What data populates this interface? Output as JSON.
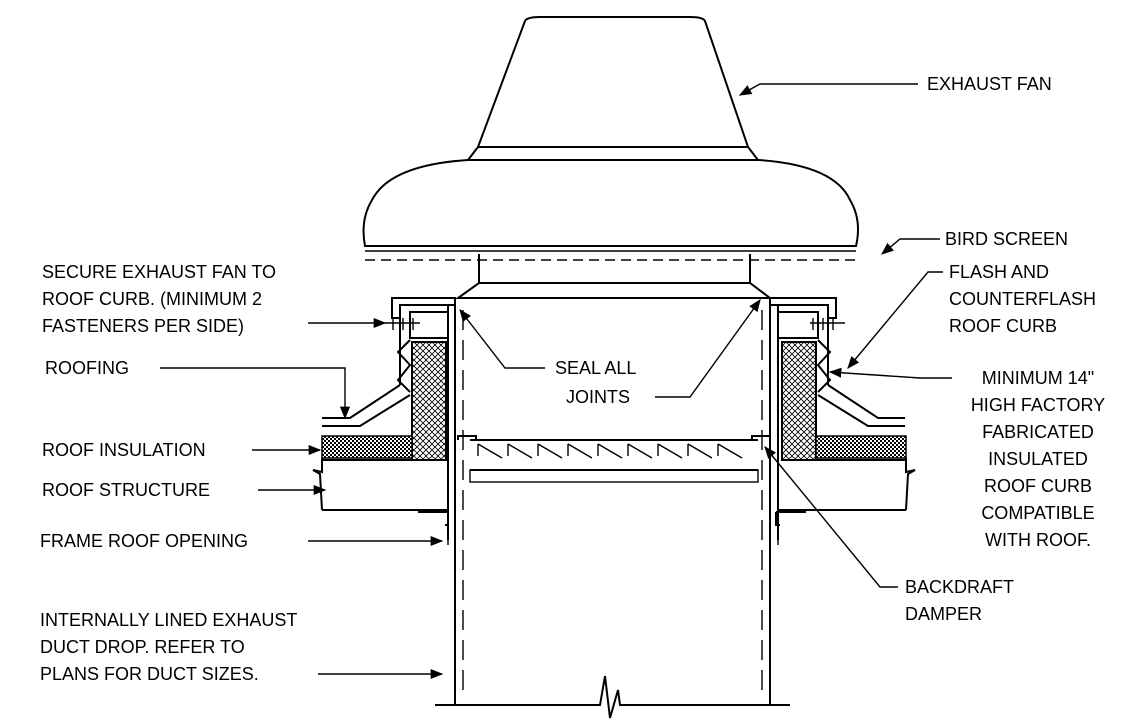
{
  "labels": {
    "exhaust_fan": "EXHAUST FAN",
    "bird_screen": "BIRD SCREEN",
    "flash_counterflash": [
      "FLASH AND",
      "COUNTERFLASH",
      "ROOF CURB"
    ],
    "min_curb": [
      "MINIMUM 14\"",
      "HIGH FACTORY",
      "FABRICATED",
      "INSULATED",
      "ROOF CURB",
      "COMPATIBLE",
      "WITH ROOF."
    ],
    "secure_fan": [
      "SECURE EXHAUST FAN TO",
      "ROOF CURB. (MINIMUM 2",
      "FASTENERS PER SIDE)"
    ],
    "roofing": "ROOFING",
    "seal_joints": [
      "SEAL ALL",
      "JOINTS"
    ],
    "roof_insulation": "ROOF INSULATION",
    "roof_structure": "ROOF STRUCTURE",
    "frame_opening": "FRAME ROOF OPENING",
    "backdraft_damper": [
      "BACKDRAFT",
      "DAMPER"
    ],
    "duct_drop": [
      "INTERNALLY LINED EXHAUST",
      "DUCT DROP.  REFER TO",
      "PLANS FOR DUCT SIZES."
    ]
  }
}
